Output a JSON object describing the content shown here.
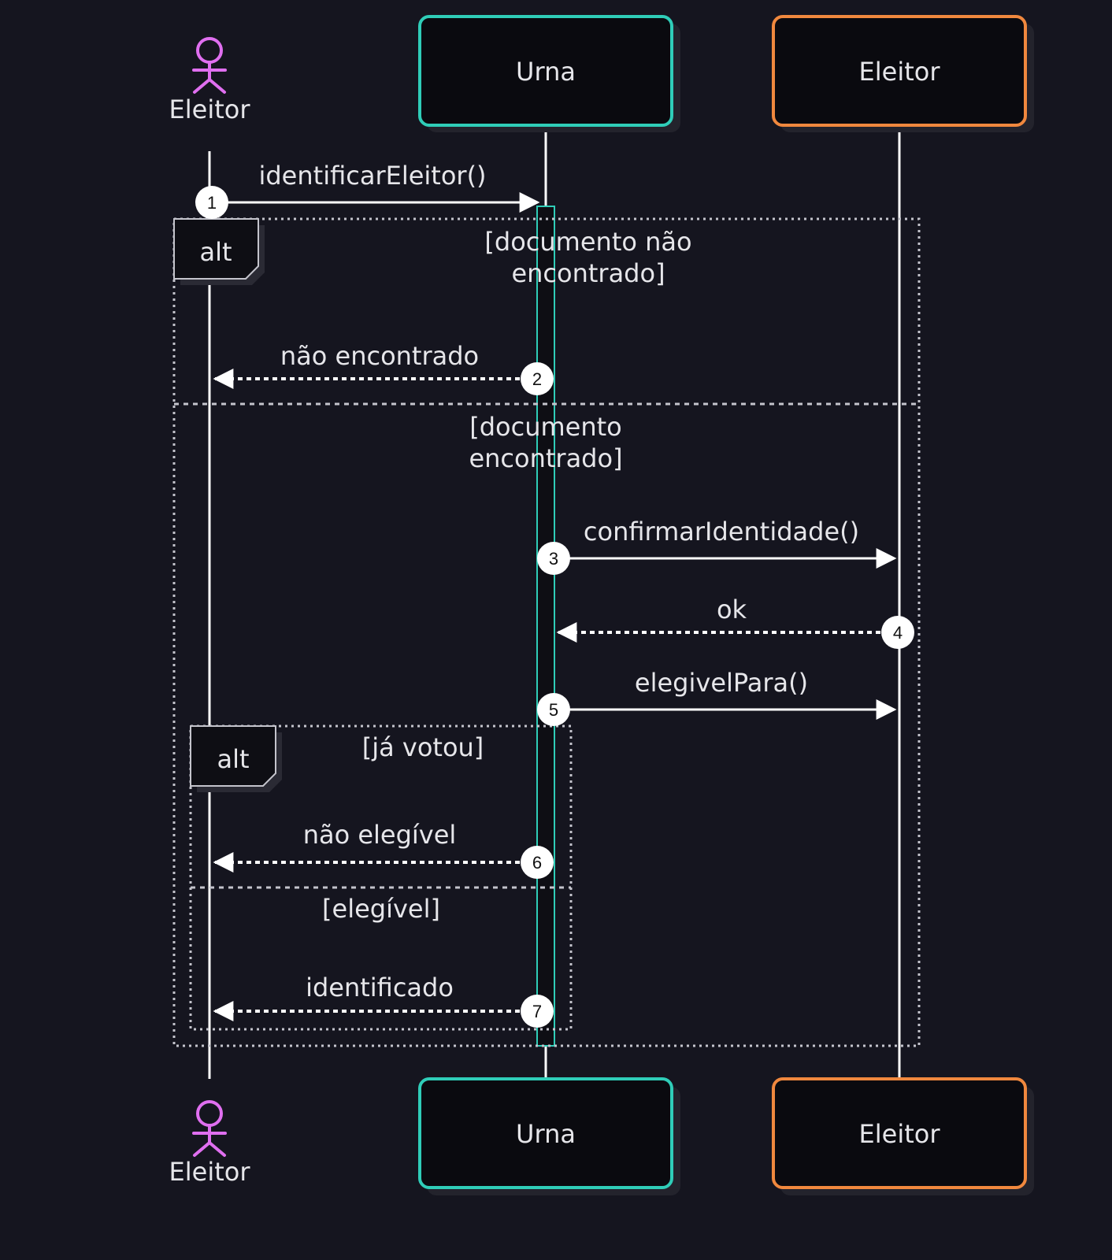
{
  "participants": {
    "actor": {
      "label": "Eleitor",
      "color": "#e06ff0"
    },
    "urna": {
      "label": "Urna",
      "color": "#2fcdb8"
    },
    "eleitor": {
      "label": "Eleitor",
      "color": "#f0883e"
    }
  },
  "fragments": {
    "outer": {
      "keyword": "alt",
      "guard1_line1": "[documento não",
      "guard1_line2": "encontrado]",
      "guard2_line1": "[documento",
      "guard2_line2": "encontrado]"
    },
    "inner": {
      "keyword": "alt",
      "guard1": "[já votou]",
      "guard2": "[elegível]"
    }
  },
  "messages": [
    {
      "num": "1",
      "label": "identificarEleitor()",
      "style": "solid"
    },
    {
      "num": "2",
      "label": "não encontrado",
      "style": "dashed"
    },
    {
      "num": "3",
      "label": "confirmarIdentidade()",
      "style": "solid"
    },
    {
      "num": "4",
      "label": "ok",
      "style": "dashed"
    },
    {
      "num": "5",
      "label": "elegivelPara()",
      "style": "solid"
    },
    {
      "num": "6",
      "label": "não elegível",
      "style": "dashed"
    },
    {
      "num": "7",
      "label": "identificado",
      "style": "dashed"
    }
  ]
}
